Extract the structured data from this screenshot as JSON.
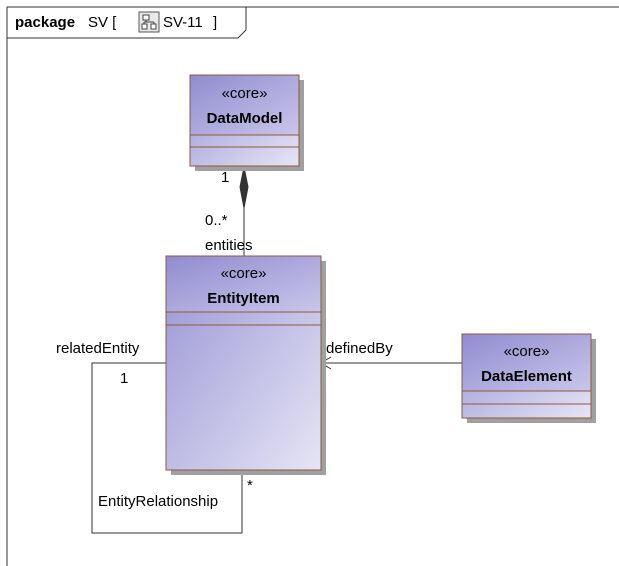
{
  "frame": {
    "keyword": "package",
    "name_prefix": "SV [",
    "diagram_id": "SV-11",
    "name_suffix": "]",
    "diagram_icon": "class-diagram-icon"
  },
  "classes": {
    "data_model": {
      "stereotype": "«core»",
      "name": "DataModel"
    },
    "entity_item": {
      "stereotype": "«core»",
      "name": "EntityItem"
    },
    "data_element": {
      "stereotype": "«core»",
      "name": "DataElement"
    }
  },
  "associations": {
    "composition": {
      "source_multiplicity": "1",
      "target_multiplicity": "0..*",
      "target_role": "entities",
      "kind": "composition"
    },
    "defined_by": {
      "role": "definedBy",
      "kind": "directed-association"
    },
    "entity_relationship": {
      "name": "EntityRelationship",
      "role": "relatedEntity",
      "source_multiplicity": "1",
      "target_multiplicity": "*"
    }
  },
  "colors": {
    "class_fill_top": "#9d9ad6",
    "class_fill_bottom": "#e3e2f3",
    "class_border": "#8b5a3c",
    "class_shadow": "#a0a0a0",
    "line": "#333333",
    "text": "#000000",
    "frame_border": "#333333"
  }
}
